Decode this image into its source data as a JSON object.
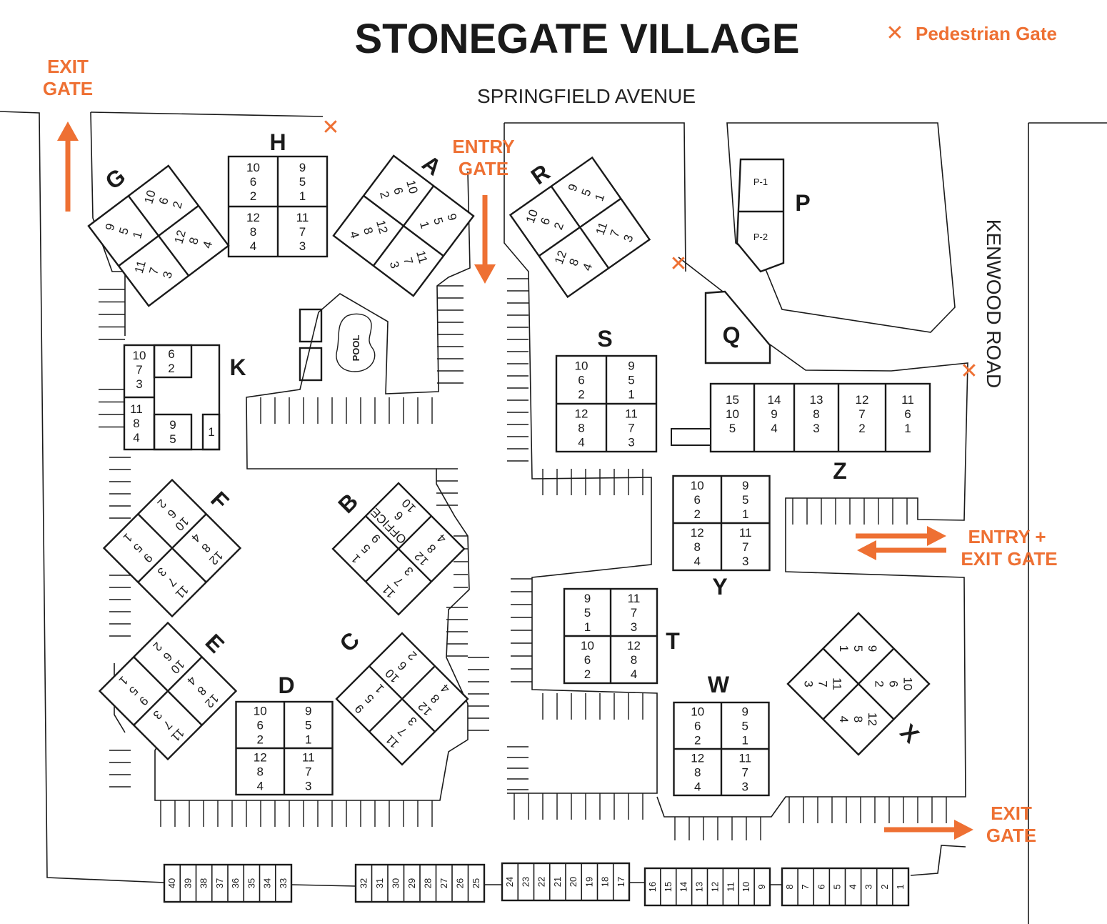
{
  "title": "STONEGATE VILLAGE",
  "legend": {
    "marker": "✕",
    "label": "Pedestrian Gate",
    "color": "#EE7033"
  },
  "roads": {
    "north": "SPRINGFIELD AVENUE",
    "east": "KENWOOD ROAD"
  },
  "gates": {
    "exit_nw": [
      "EXIT",
      "GATE"
    ],
    "entry": [
      "ENTRY",
      "GATE"
    ],
    "entry_exit": [
      "ENTRY +",
      "EXIT GATE"
    ],
    "exit_se": [
      "EXIT",
      "GATE"
    ]
  },
  "amenities": {
    "pool": "POOL",
    "office": "OFFICE"
  },
  "buildings": [
    {
      "id": "G",
      "cells": [
        [
          "9",
          "5",
          "1"
        ],
        [
          "10",
          "6",
          "2"
        ],
        [
          "11",
          "7",
          "3"
        ],
        [
          "12",
          "8",
          "4"
        ]
      ]
    },
    {
      "id": "H",
      "cells": [
        [
          "10",
          "6",
          "2"
        ],
        [
          "9",
          "5",
          "1"
        ],
        [
          "12",
          "8",
          "4"
        ],
        [
          "11",
          "7",
          "3"
        ]
      ]
    },
    {
      "id": "A",
      "cells": [
        [
          "10",
          "6",
          "2"
        ],
        [
          "9",
          "5",
          "1"
        ],
        [
          "12",
          "8",
          "4"
        ],
        [
          "11",
          "7",
          "3"
        ]
      ]
    },
    {
      "id": "R",
      "cells": [
        [
          "10",
          "6",
          "2"
        ],
        [
          "9",
          "5",
          "1"
        ],
        [
          "12",
          "8",
          "4"
        ],
        [
          "11",
          "7",
          "3"
        ]
      ]
    },
    {
      "id": "S",
      "cells": [
        [
          "10",
          "6",
          "2"
        ],
        [
          "9",
          "5",
          "1"
        ],
        [
          "12",
          "8",
          "4"
        ],
        [
          "11",
          "7",
          "3"
        ]
      ]
    },
    {
      "id": "Y",
      "cells": [
        [
          "10",
          "6",
          "2"
        ],
        [
          "9",
          "5",
          "1"
        ],
        [
          "12",
          "8",
          "4"
        ],
        [
          "11",
          "7",
          "3"
        ]
      ]
    },
    {
      "id": "T",
      "cells": [
        [
          "9",
          "5",
          "1"
        ],
        [
          "11",
          "7",
          "3"
        ],
        [
          "10",
          "6",
          "2"
        ],
        [
          "12",
          "8",
          "4"
        ]
      ]
    },
    {
      "id": "W",
      "cells": [
        [
          "10",
          "6",
          "2"
        ],
        [
          "9",
          "5",
          "1"
        ],
        [
          "12",
          "8",
          "4"
        ],
        [
          "11",
          "7",
          "3"
        ]
      ]
    },
    {
      "id": "D",
      "cells": [
        [
          "10",
          "6",
          "2"
        ],
        [
          "9",
          "5",
          "1"
        ],
        [
          "12",
          "8",
          "4"
        ],
        [
          "11",
          "7",
          "3"
        ]
      ]
    },
    {
      "id": "X",
      "cells": [
        [
          "9",
          "5",
          "1"
        ],
        [
          "10",
          "6",
          "2"
        ],
        [
          "11",
          "7",
          "3"
        ],
        [
          "12",
          "8",
          "4"
        ]
      ]
    },
    {
      "id": "F",
      "cells": [
        [
          "10",
          "6",
          "2"
        ],
        [
          "12",
          "8",
          "4"
        ],
        [
          "9",
          "5",
          "1"
        ],
        [
          "11",
          "7",
          "3"
        ]
      ]
    },
    {
      "id": "E",
      "cells": [
        [
          "10",
          "6",
          "2"
        ],
        [
          "12",
          "8",
          "4"
        ],
        [
          "9",
          "5",
          "1"
        ],
        [
          "11",
          "7",
          "3"
        ]
      ]
    },
    {
      "id": "B",
      "cells": [
        [
          "1",
          "5",
          "9"
        ],
        [
          "OFFICE",
          "6",
          "10"
        ],
        [
          "11",
          "7",
          "3"
        ],
        [
          "12",
          "8",
          "4"
        ]
      ]
    },
    {
      "id": "C",
      "cells": [
        [
          "9",
          "5",
          "1"
        ],
        [
          "10",
          "6",
          "2"
        ],
        [
          "11",
          "7",
          "3"
        ],
        [
          "12",
          "8",
          "4"
        ]
      ]
    },
    {
      "id": "K",
      "cells": [
        [
          "10",
          "7",
          "3"
        ],
        [
          "6",
          "2"
        ],
        [
          "11",
          "8",
          "4"
        ],
        [
          "9",
          "5"
        ],
        [
          "1"
        ]
      ]
    },
    {
      "id": "Z",
      "cells": [
        [
          "15",
          "10",
          "5"
        ],
        [
          "14",
          "9",
          "4"
        ],
        [
          "13",
          "8",
          "3"
        ],
        [
          "12",
          "7",
          "2"
        ],
        [
          "11",
          "6",
          "1"
        ]
      ]
    },
    {
      "id": "P",
      "cells": [
        [
          "P-1"
        ],
        [
          "P-2"
        ]
      ]
    },
    {
      "id": "Q",
      "cells": []
    }
  ],
  "garages": [
    [
      "40",
      "39",
      "38",
      "37",
      "36",
      "35",
      "34",
      "33"
    ],
    [
      "32",
      "31",
      "30",
      "29",
      "28",
      "27",
      "26",
      "25"
    ],
    [
      "24",
      "23",
      "22",
      "21",
      "20",
      "19",
      "18",
      "17"
    ],
    [
      "16",
      "15",
      "14",
      "13",
      "12",
      "11",
      "10",
      "9"
    ],
    [
      "8",
      "7",
      "6",
      "5",
      "4",
      "3",
      "2",
      "1"
    ]
  ]
}
